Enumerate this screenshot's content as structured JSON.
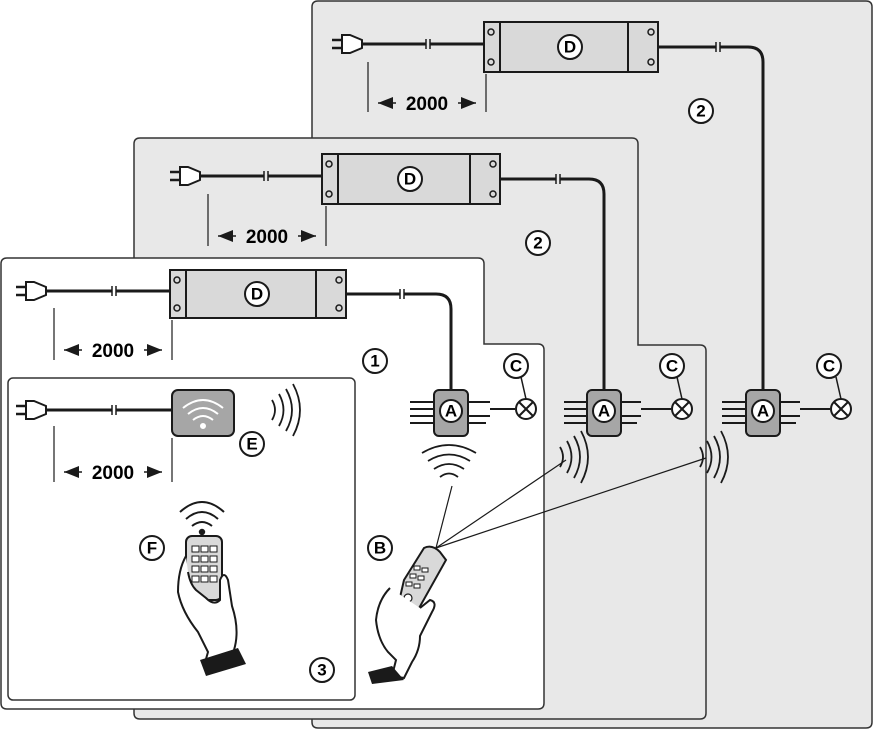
{
  "colors": {
    "panel_back": "#e8e8e8",
    "panel_mid": "#e8e8e8",
    "panel_front": "#ffffff",
    "panel_inset": "#ffffff",
    "device_fill": "#d9d9d9",
    "receiver_fill": "#a6a6a6",
    "line": "#1a1a1a"
  },
  "labels": {
    "driver": "D",
    "receiver": "A",
    "lamp": "C",
    "remote": "B",
    "wifi_box": "E",
    "phone": "F",
    "system_1": "1",
    "system_2": "2",
    "system_3": "3"
  },
  "dimension": "2000"
}
